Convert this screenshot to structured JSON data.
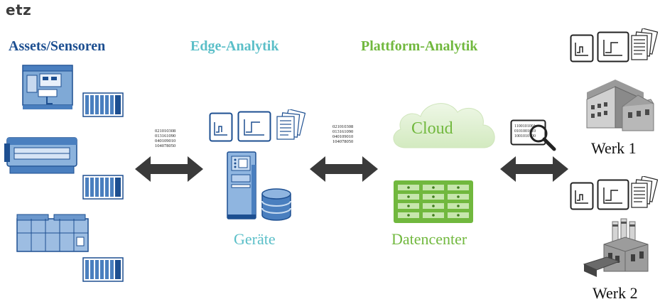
{
  "logo": "etz",
  "columns": {
    "assets": "Assets/Sensoren",
    "edge": "Edge-Analytik",
    "platform": "Plattform-Analytik"
  },
  "binary_left": "021010308\n013161090\n040109010\n104078050",
  "binary_mid": "021010308\n013161090\n040109010\n104078050",
  "binary_right": "1100101001\n0101001010\n1001010100",
  "labels": {
    "devices": "Geräte",
    "cloud": "Cloud",
    "datacenter": "Datencenter",
    "plant1": "Werk 1",
    "plant2": "Werk 2"
  },
  "colors": {
    "assets_blue": "#1d4f91",
    "edge_teal": "#5bbfc8",
    "platform_green": "#71b83e",
    "arrow": "#3a3a3a"
  }
}
